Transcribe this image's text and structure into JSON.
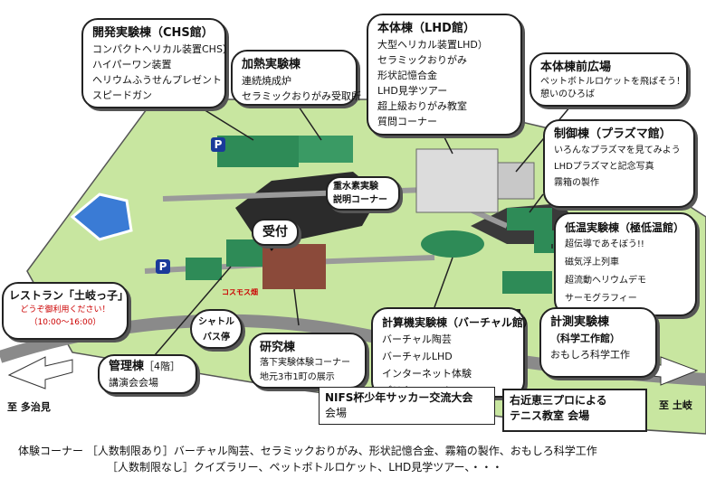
{
  "callouts": {
    "chs": {
      "title": "開発実験棟（CHS館）",
      "items": [
        "コンパクトヘリカル装置CHS）",
        "ハイパーワン装置",
        "ヘリウムふうせんプレゼント",
        "スピードガン"
      ]
    },
    "heating": {
      "title": "加熱実験棟",
      "items": [
        "連続焼成炉",
        "セラミックおりがみ受取所"
      ]
    },
    "main": {
      "title": "本体棟（LHD館）",
      "items": [
        "大型ヘリカル装置LHD）",
        "セラミックおりがみ",
        "形状記憶合金",
        "LHD見学ツアー",
        "超上級おりがみ教室",
        "質問コーナー"
      ]
    },
    "plaza": {
      "title": "本体棟前広場",
      "items": [
        "ペットボトルロケットを飛ばそう！",
        "憩いのひろば"
      ]
    },
    "control": {
      "title": "制御棟（プラズマ館）",
      "items": [
        "いろんなプラズマを見てみよう",
        "LHDプラズマと記念写真",
        "霧箱の製作"
      ]
    },
    "cryo": {
      "title": "低温実験棟（極低温館）",
      "items": [
        "超伝導であそぼう!!",
        "磁気浮上列車",
        "超流動ヘリウムデモ",
        "サーモグラフィー"
      ]
    },
    "computer": {
      "title": "計算機実験棟（バーチャル館）",
      "items": [
        "バーチャル陶芸",
        "バーチャルLHD",
        "インターネット体験",
        "ブリクラコーナー"
      ]
    },
    "measure": {
      "title": "計測実験棟",
      "subtitle": "（科学工作館）",
      "items": [
        "おもしろ科学工作"
      ]
    },
    "research": {
      "title": "研究棟",
      "items": [
        "落下実験体験コーナー",
        "地元3市1町の展示"
      ]
    },
    "admin": {
      "title": "管理棟",
      "title_suffix": "［4階］",
      "items": [
        "講演会会場"
      ]
    },
    "restaurant": {
      "title": "レストラン「土岐っ子」",
      "note": "どうぞ御利用ください！",
      "hours": "（10:00～16:00）"
    },
    "heavy_water": {
      "title": "重水素実験",
      "title2": "説明コーナー"
    },
    "reception": {
      "title": "受付"
    },
    "shuttle": {
      "title": "シャトル",
      "title2": "バス停"
    }
  },
  "labels": {
    "cosmos": "コスモス畑",
    "parking": "P",
    "to_tajimi": "至 多治見",
    "to_toki": "至 土岐",
    "soccer_line1": "NIFS杯少年サッカー交流大会",
    "soccer_line2": "会場",
    "tennis_line1": "右近恵三プロによる",
    "tennis_line2": "テニス教室 会場"
  },
  "footer": {
    "line1": "体験コーナー ［人数制限あり］バーチャル陶芸、セラミックおりがみ、形状記憶合金、霧箱の製作、おもしろ科学工作",
    "line2": "［人数制限なし］クイズラリー、ペットボトルロケット、LHD見学ツアー、・・・"
  },
  "colors": {
    "grass": "#c8e6a0",
    "building": "#2e8b57",
    "road": "#9a9a9a",
    "shade": "#555555",
    "accent": "#cc0000",
    "dark": "#1a1a1a",
    "pond": "#3a7bd5",
    "parking": "#1a3a9a"
  }
}
